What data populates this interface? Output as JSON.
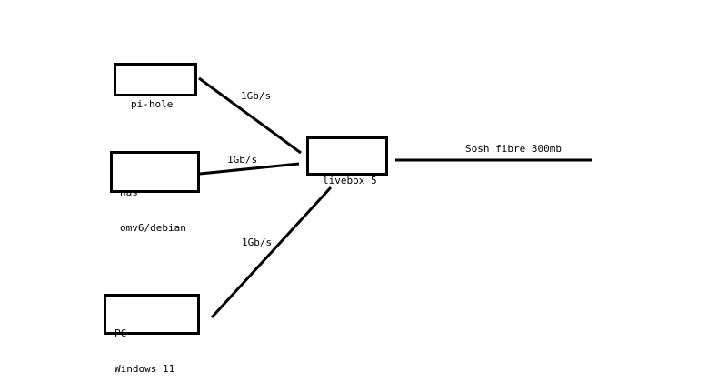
{
  "nodes": {
    "pihole": {
      "lines": [
        "pi-hole"
      ]
    },
    "nas": {
      "lines": [
        "nas",
        "omv6/debian"
      ]
    },
    "livebox": {
      "lines": [
        "livebox 5"
      ]
    },
    "pc": {
      "lines": [
        "PC",
        "Windows 11"
      ]
    }
  },
  "links": {
    "pihole": {
      "label": "1Gb/s"
    },
    "nas": {
      "label": "1Gb/s"
    },
    "pc": {
      "label": "1Gb/s"
    },
    "wan": {
      "label": "Sosh fibre 300mb"
    }
  },
  "colors": {
    "background": "#ffffff",
    "stroke": "#000000"
  }
}
